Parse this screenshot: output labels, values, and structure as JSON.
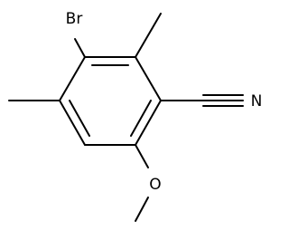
{
  "molecule": {
    "atom_labels": {
      "bromine": "Br",
      "nitrogen": "N",
      "oxygen": "O"
    },
    "colors": {
      "bond": "#000000",
      "label": "#000000",
      "background": "#ffffff"
    }
  }
}
